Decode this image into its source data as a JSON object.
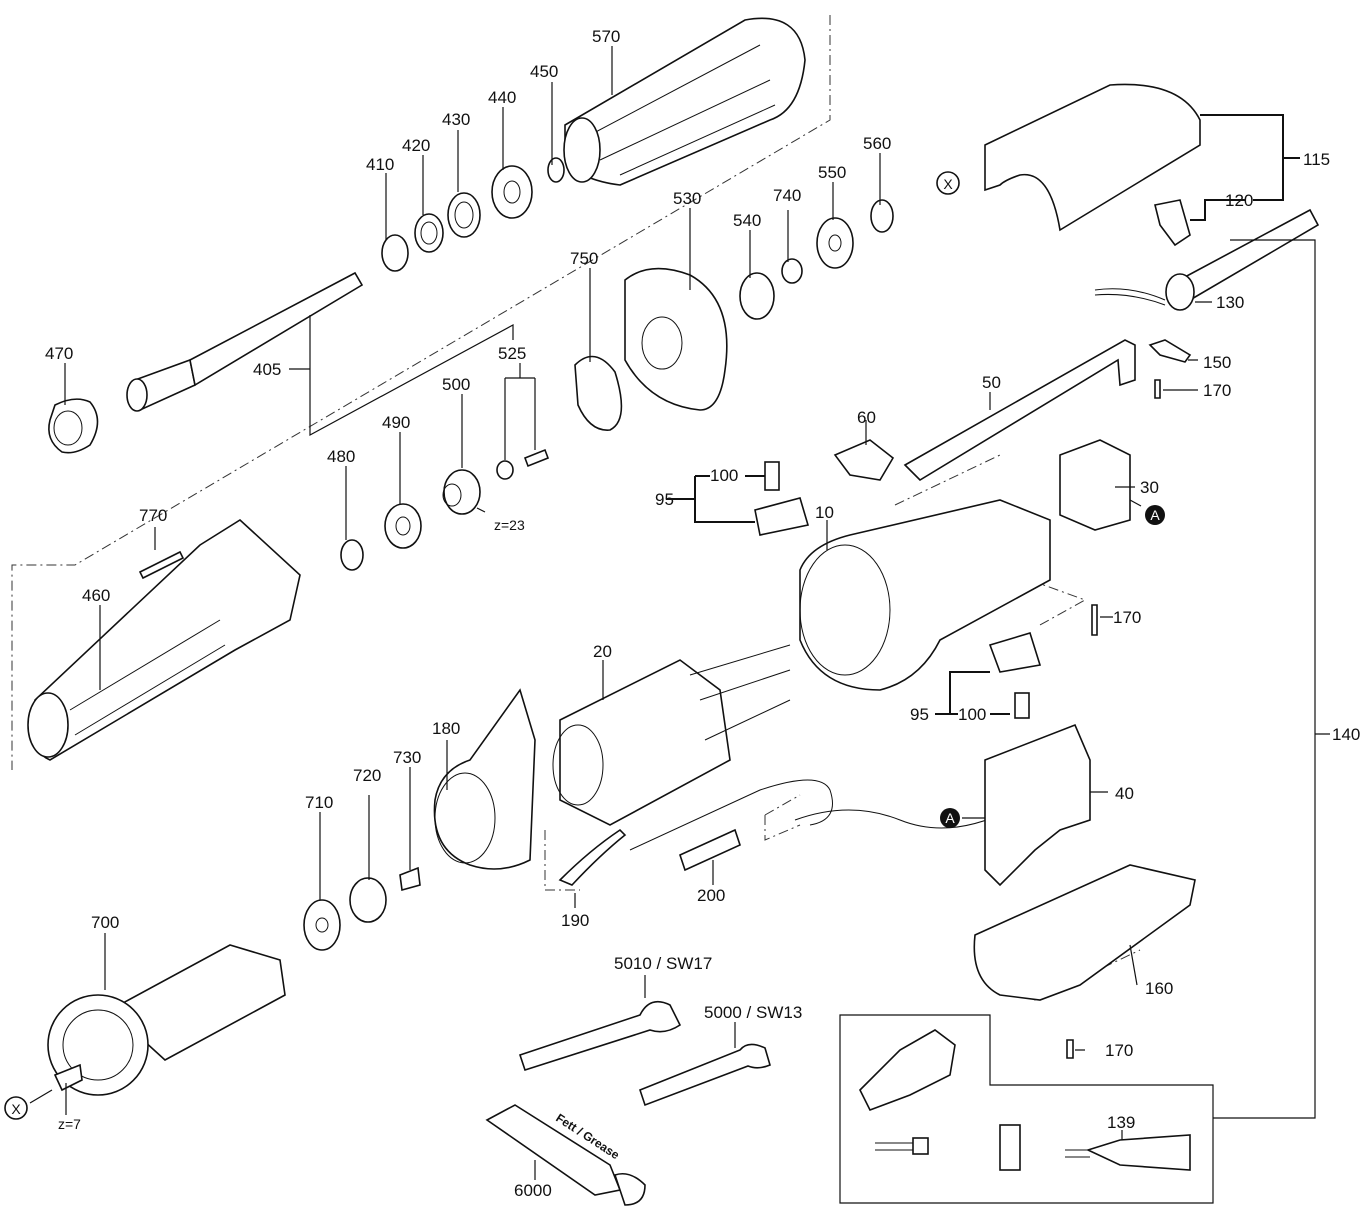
{
  "diagram": {
    "labels": {
      "p570": "570",
      "p450": "450",
      "p440": "440",
      "p430": "430",
      "p420": "420",
      "p410": "410",
      "p470": "470",
      "p405": "405",
      "p525": "525",
      "p500": "500",
      "p490": "490",
      "p480": "480",
      "z23": "z=23",
      "p770": "770",
      "p460": "460",
      "p750": "750",
      "p530": "530",
      "p540": "540",
      "p740": "740",
      "p550": "550",
      "p560": "560",
      "x_top": "X",
      "p115": "115",
      "p120": "120",
      "p130": "130",
      "p150": "150",
      "p170a": "170",
      "p50": "50",
      "p60": "60",
      "p100a": "100",
      "p95a": "95",
      "p10": "10",
      "p30": "30",
      "a_top": "A",
      "p170b": "170",
      "p20": "20",
      "p95b": "95",
      "p100b": "100",
      "p140": "140",
      "p180": "180",
      "p730": "730",
      "p720": "720",
      "p710": "710",
      "p40": "40",
      "a_bot": "A",
      "p200": "200",
      "p190": "190",
      "p700": "700",
      "p160": "160",
      "p5010": "5010 / SW17",
      "p5000": "5000 / SW13",
      "p170c": "170",
      "x_bot": "X",
      "z7": "z=7",
      "p139": "139",
      "p6000": "6000",
      "grease_text": "Fett / Grease"
    }
  }
}
